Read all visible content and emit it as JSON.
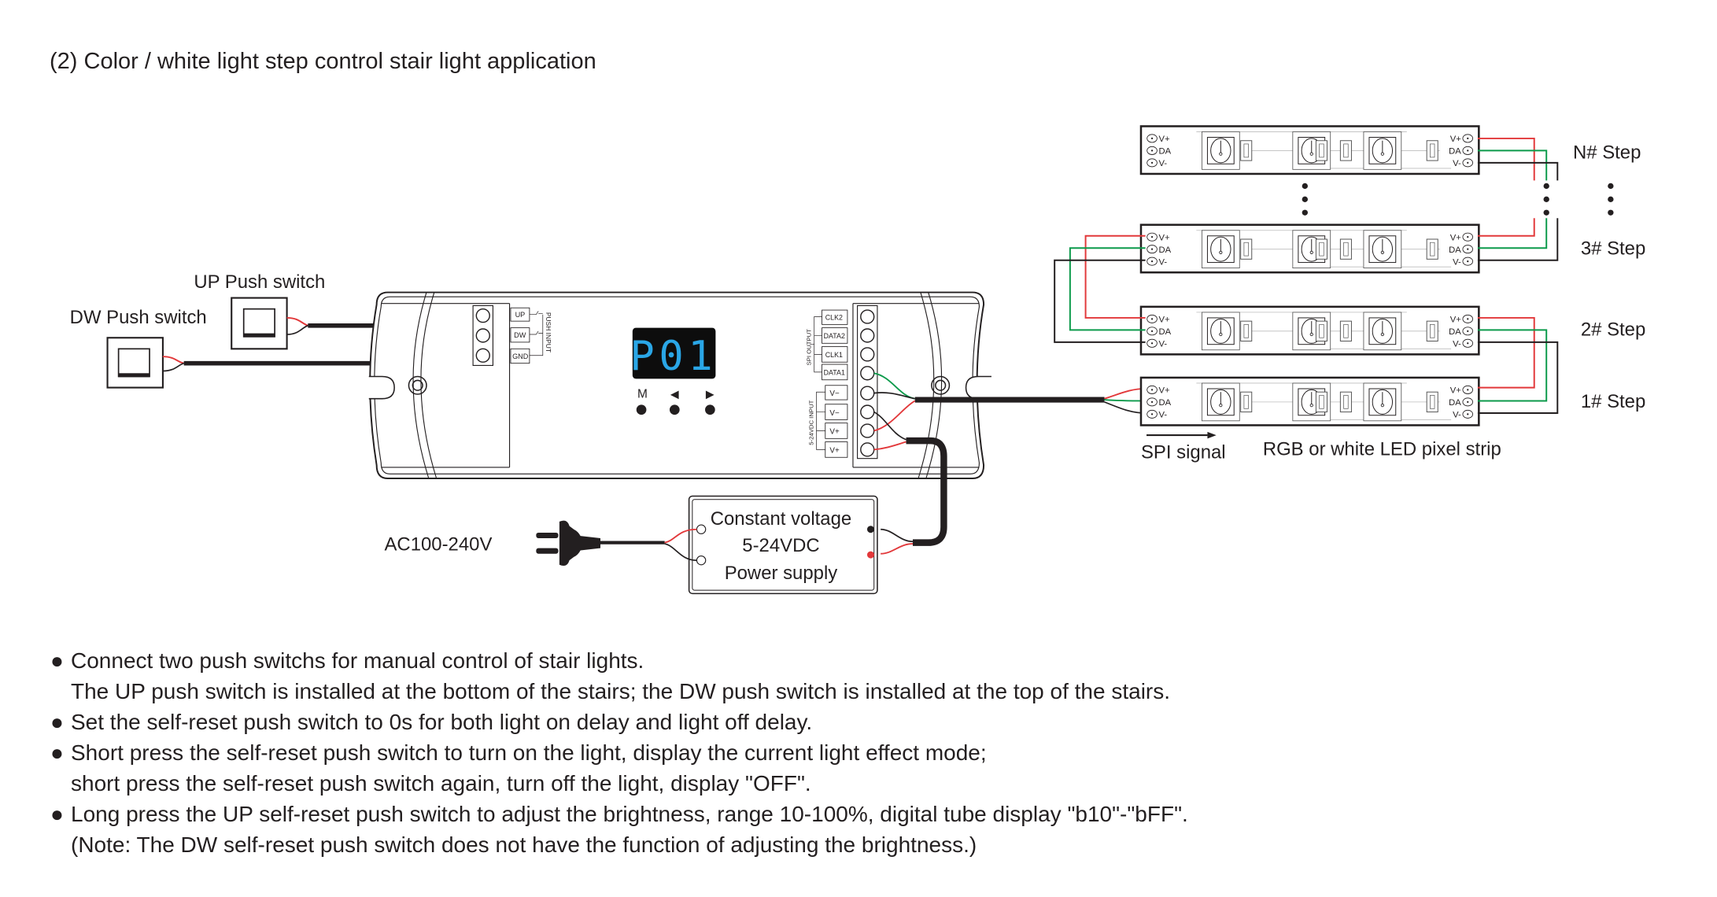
{
  "title": "(2) Color / white light step control stair light application",
  "labels": {
    "up_switch": "UP Push switch",
    "dw_switch": "DW Push switch",
    "ac_input": "AC100-240V",
    "psu_line1": "Constant voltage",
    "psu_line2": "5-24VDC",
    "psu_line3": "Power supply",
    "spi_signal": "SPI signal",
    "strip_caption": "RGB or white LED pixel strip"
  },
  "controller": {
    "display": "P01",
    "buttons": [
      "M",
      "◀",
      "▶"
    ],
    "push_input": {
      "group_label": "PUSH INPUT",
      "terminals": [
        "UP",
        "DW",
        "GND"
      ]
    },
    "spi_output": {
      "group_label": "SPI OUTPUT",
      "terminals": [
        "CLK2",
        "DATA2",
        "CLK1",
        "DATA1"
      ]
    },
    "power_input": {
      "group_label": "5-24VDC INPUT",
      "terminals": [
        "V−",
        "V−",
        "V+",
        "V+"
      ]
    }
  },
  "strip": {
    "pins": [
      "V+",
      "DA",
      "V-"
    ]
  },
  "steps": [
    {
      "label": "N# Step"
    },
    {
      "label": "3# Step"
    },
    {
      "label": "2# Step"
    },
    {
      "label": "1# Step"
    }
  ],
  "notes": [
    {
      "lines": [
        "Connect two push switchs for manual control of stair lights.",
        "The UP push switch is installed at the bottom of the stairs; the DW push switch is installed at the top of the stairs."
      ]
    },
    {
      "lines": [
        "Set the self-reset push switch to 0s for both light on delay and light off delay."
      ]
    },
    {
      "lines": [
        "Short press the self-reset push switch to turn on the light, display the current light effect mode;",
        "short press the self-reset push switch again, turn off the light, display \"OFF\"."
      ]
    },
    {
      "lines": [
        "Long press the UP self-reset push switch to adjust the brightness, range 10-100%, digital tube display \"b10\"-\"bFF\".",
        "(Note: The DW self-reset push switch does not have the function of adjusting the brightness.)"
      ]
    }
  ],
  "colors": {
    "wire_red": "#e2383a",
    "wire_green": "#0c9a4b",
    "wire_black": "#231f20",
    "display_digits": "#2aa6e6",
    "display_bg": "#0d0d0d"
  }
}
